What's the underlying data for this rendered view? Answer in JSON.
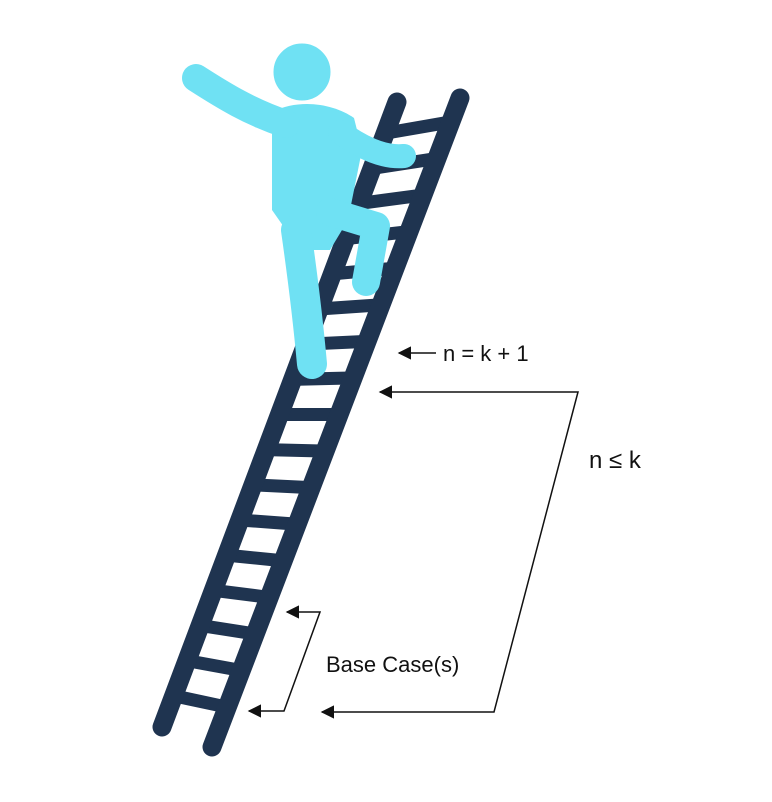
{
  "labels": {
    "inductive_step": "n = k + 1",
    "hypothesis": "n ≤ k",
    "base_case": "Base Case(s)"
  },
  "colors": {
    "ladder": "#1f3450",
    "figure": "#6fe1f3",
    "annotation": "#111111"
  },
  "icons": {
    "figure": "person-climbing-icon",
    "ladder": "ladder-icon"
  }
}
